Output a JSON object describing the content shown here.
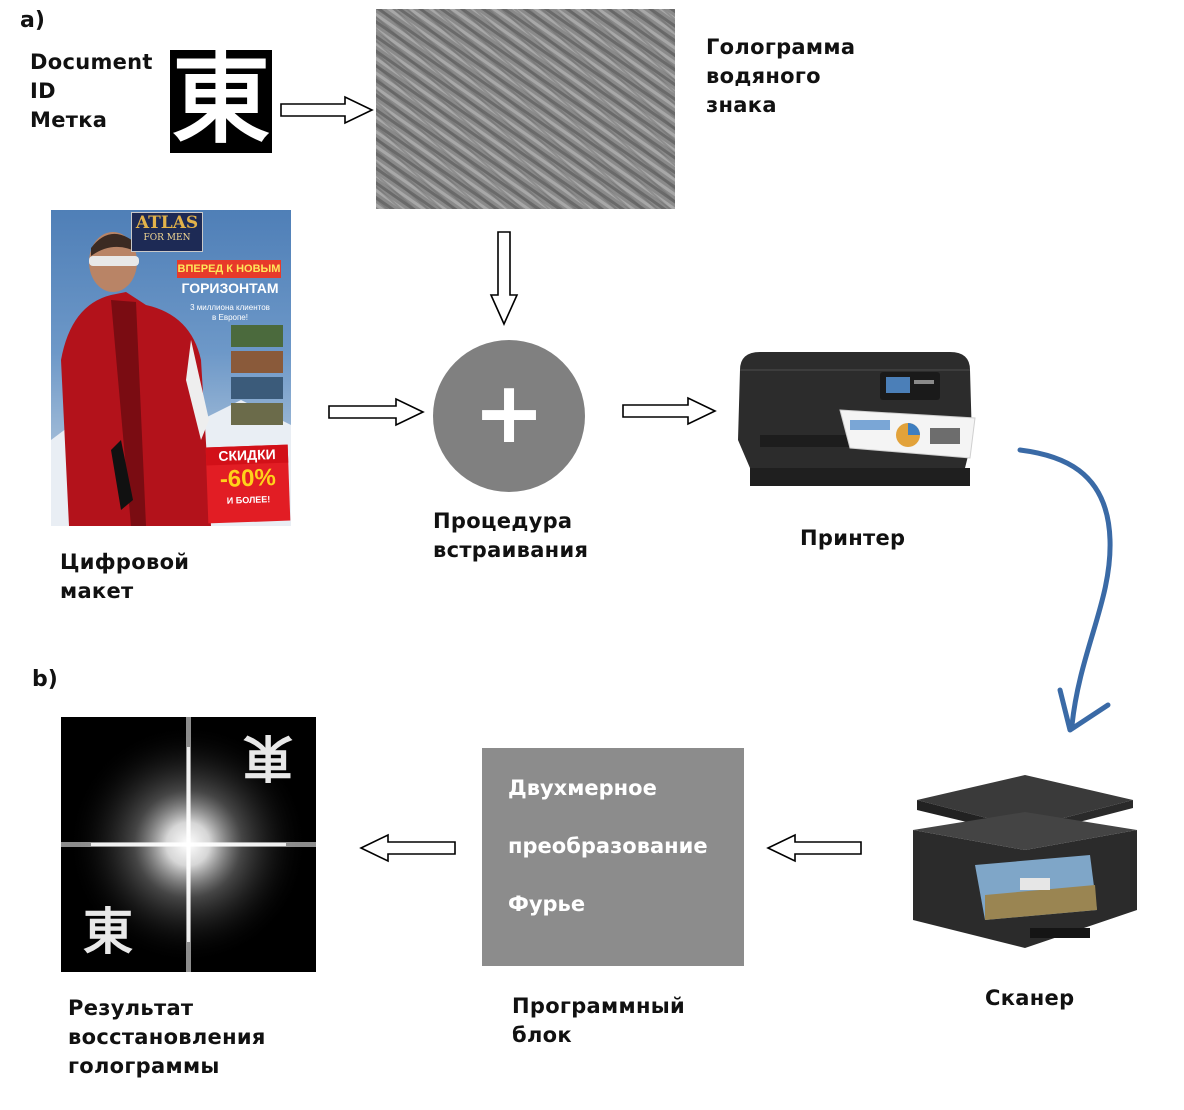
{
  "sections": {
    "a": "a)",
    "b": "b)"
  },
  "labels": {
    "doc_id": "Document\n ID\nМетка",
    "hologram": "Голограмма\nводяного\nзнака",
    "layout": "Цифровой\nмакет",
    "embed": "Процедура\nвстраивания",
    "printer": "Принтер",
    "scanner": "Сканер",
    "soft": "Программный\nблок",
    "result": "Результат\nвосстановления\nголограммы"
  },
  "id_mark": {
    "glyph": "東"
  },
  "fourier_box": {
    "lines": [
      "Двухмерное",
      "преобразование",
      "Фурье"
    ]
  },
  "poster": {
    "brand": "ATLAS",
    "brand_sub": "FOR MEN",
    "headline1": "ВПЕРЕД К НОВЫМ",
    "headline2": "ГОРИЗОНТАМ",
    "sub1": "3 миллиона клиентов",
    "sub2": "в Европе!",
    "sale": "СКИДКИ",
    "percent": "-60%",
    "more": "И БОЛЕЕ!"
  },
  "result_glyphs": {
    "top": "東",
    "bottom": "東"
  },
  "plus": "+",
  "colors": {
    "curve": "#3a6aa6",
    "gray_box": "#8c8c8c",
    "circle": "#808080"
  }
}
